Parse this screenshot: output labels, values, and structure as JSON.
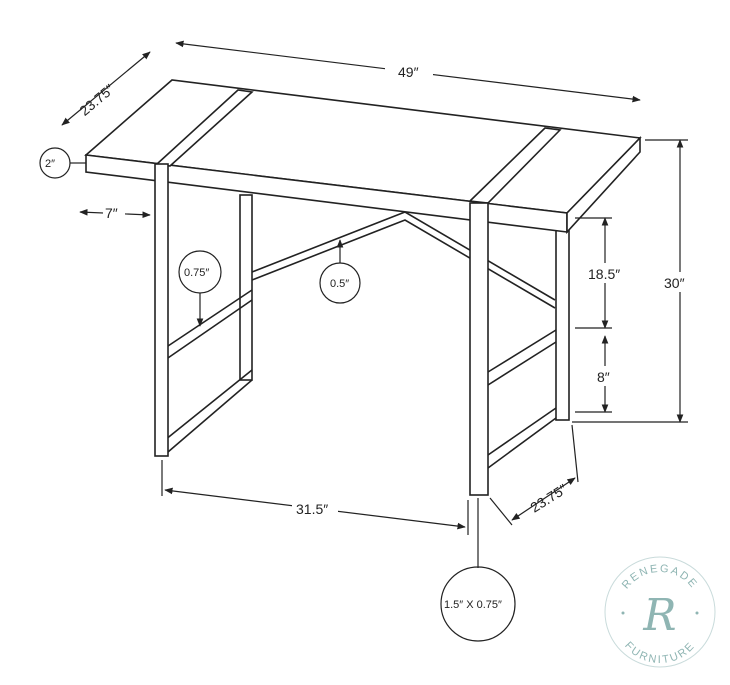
{
  "dimensions": {
    "width": "49″",
    "depth_top": "23.75″",
    "top_thickness": "2″",
    "overhang": "7″",
    "frame_tube": "0.75″",
    "cross_brace": "0.5″",
    "upper_clearance": "18.5″",
    "height": "30″",
    "lower_shelf": "8″",
    "leg_span": "31.5″",
    "depth_base": "23.75″",
    "leg_profile": "1.5″ X 0.75″"
  },
  "logo": {
    "top_text": "RENEGADE",
    "bottom_text": "FURNITURE",
    "monogram": "R",
    "color": "#8fb5b3"
  }
}
